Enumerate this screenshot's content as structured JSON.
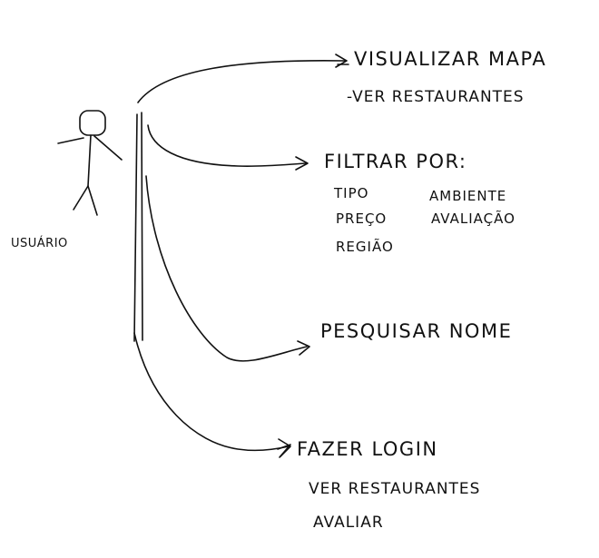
{
  "actor": {
    "label": "USUÁRIO",
    "stroke_color": "#111111"
  },
  "use_cases": {
    "visualizar_mapa": {
      "title": "Visualizar Mapa",
      "sub_items": [
        "-Ver Restaurantes"
      ]
    },
    "filtrar": {
      "title": "Filtrar por:",
      "options": [
        "Tipo",
        "Ambiente",
        "Preço",
        "Avaliação",
        "Região"
      ]
    },
    "pesquisar": {
      "title": "Pesquisar Nome"
    },
    "login": {
      "title": "Fazer Login",
      "sub_items": [
        "Ver Restaurantes",
        "Avaliar"
      ]
    }
  }
}
